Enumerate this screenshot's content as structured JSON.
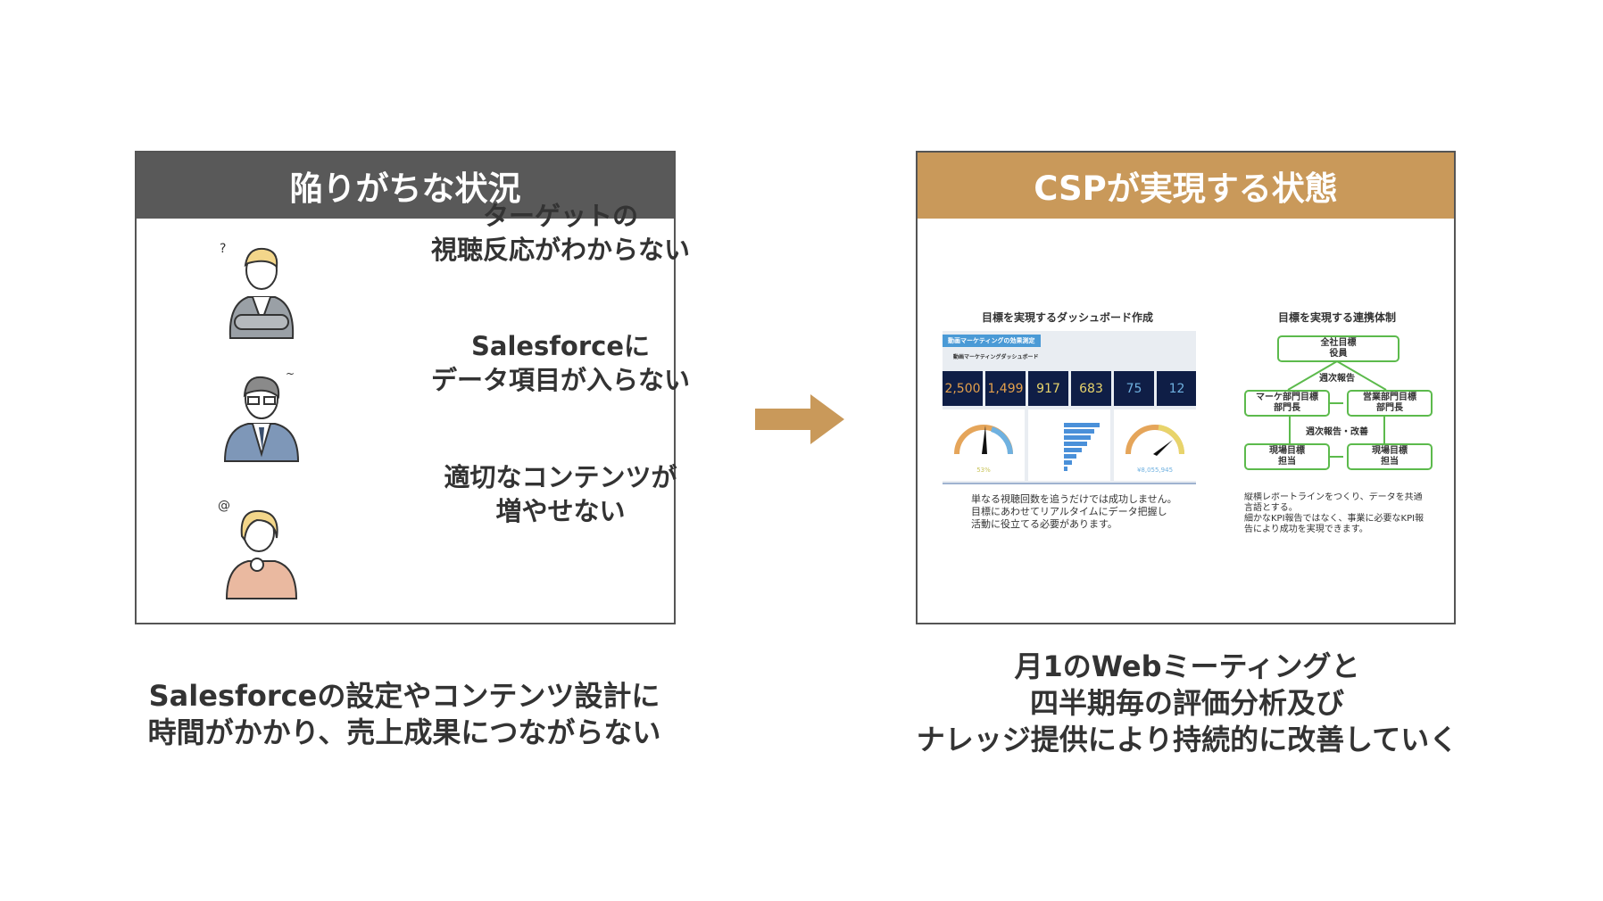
{
  "left_panel": {
    "title": "陥りがちな状況",
    "header_color": "#595959",
    "items": [
      {
        "icon": "confused-man-arms-crossed-icon",
        "lines": [
          "ターゲットの",
          "視聴反応がわからない"
        ]
      },
      {
        "icon": "worried-businessman-icon",
        "lines": [
          "Salesforceに",
          "データ項目が入らない"
        ]
      },
      {
        "icon": "thinking-woman-icon",
        "lines": [
          "適切なコンテンツが",
          "増やせない"
        ]
      }
    ],
    "caption": [
      "Salesforceの設定やコンテンツ設計に",
      "時間がかかり、売上成果につながらない"
    ]
  },
  "arrow": {
    "icon": "right-arrow-icon",
    "color": "#c9995a"
  },
  "right_panel": {
    "title": "CSPが実現する状態",
    "header_color": "#c9995a",
    "dashboard": {
      "title": "目標を実現するダッシュボード作成",
      "banner": "動画マーケティングの効果測定",
      "name": "動画マーケティングダッシュボード",
      "kpis": [
        "2,500",
        "1,499",
        "917",
        "683",
        "75",
        "12"
      ],
      "gauge1": "53%",
      "gauge2": "¥8,055,945",
      "caption": [
        "単なる視聴回数を追うだけでは成功しません。",
        "目標にあわせてリアルタイムにデータ把握し",
        "活動に役立てる必要があります。"
      ]
    },
    "org": {
      "title": "目標を実現する連携体制",
      "top": [
        "全社目標",
        "役員"
      ],
      "report1": "週次報告",
      "mid_left": [
        "マーケ部門目標",
        "部門長"
      ],
      "mid_right": [
        "営業部門目標",
        "部門長"
      ],
      "report2": "週次報告・改善",
      "bottom_left": [
        "現場目標",
        "担当"
      ],
      "bottom_right": [
        "現場目標",
        "担当"
      ],
      "caption": [
        "縦横レポートラインをつくり、データを共通",
        "言語とする。",
        "細かなKPI報告ではなく、事業に必要なKPI報",
        "告により成功を実現できます。"
      ]
    },
    "caption": [
      "月1のWebミーティングと",
      "四半期毎の評価分析及び",
      "ナレッジ提供により持続的に改善していく"
    ]
  }
}
